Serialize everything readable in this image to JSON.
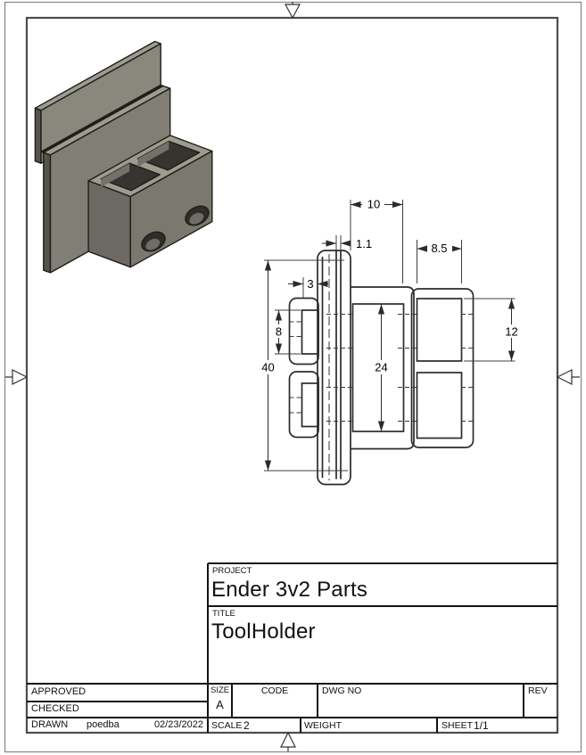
{
  "title_block": {
    "project_label": "PROJECT",
    "project": "Ender 3v2 Parts",
    "title_label": "TITLE",
    "title": "ToolHolder",
    "approved_label": "APPROVED",
    "checked_label": "CHECKED",
    "drawn_label": "DRAWN",
    "drawn_by": "poedba",
    "drawn_date": "02/23/2022",
    "size_label": "SIZE",
    "size": "A",
    "code_label": "CODE",
    "dwg_no_label": "DWG NO",
    "rev_label": "REV",
    "scale_label": "SCALE",
    "scale": "2",
    "weight_label": "WEIGHT",
    "sheet_label": "SHEET",
    "sheet": "1/1"
  },
  "drawing": {
    "dims": {
      "box_depth": "10",
      "slot_width": "1.1",
      "right_depth": "8.5",
      "clip_depth": "3",
      "clip_height": "8",
      "plate_height": "40",
      "pocket_height": "24",
      "opening_height": "12"
    }
  },
  "colors": {
    "part_top": "#9e9c8f",
    "part_front": "#817f75",
    "part_side": "#55534b",
    "line": "#2b2b2b",
    "sheet": "#ffffff"
  }
}
